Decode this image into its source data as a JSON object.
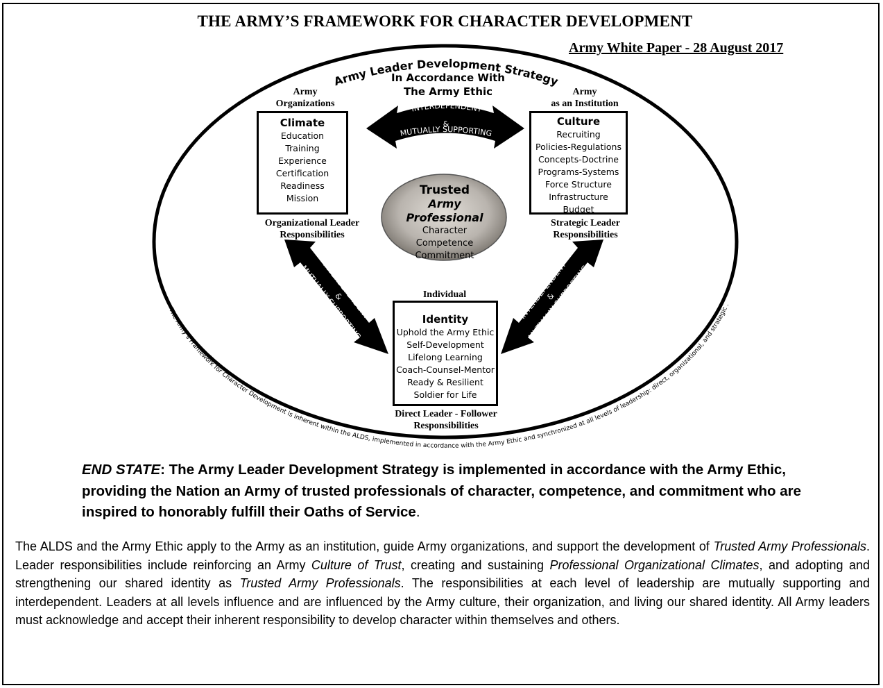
{
  "title": "THE ARMY’S FRAMEWORK FOR CHARACTER DEVELOPMENT",
  "subtitle": "Army White Paper - 28 August 2017",
  "top_arc": {
    "line1": "Army Leader Development Strategy",
    "line2": "In Accordance With",
    "line3": "The Army Ethic"
  },
  "arrow_label": {
    "top": "INTERDEPENDENT",
    "amp": "&",
    "bottom": "MUTUALLY SUPPORTING"
  },
  "left": {
    "header1": "Army",
    "header2": "Organizations",
    "box_title": "Climate",
    "items": [
      "Education",
      "Training",
      "Experience",
      "Certification",
      "Readiness",
      "Mission"
    ],
    "footer1": "Organizational Leader",
    "footer2": "Responsibilities"
  },
  "right": {
    "header1": "Army",
    "header2": "as an Institution",
    "box_title": "Culture",
    "items": [
      "Recruiting",
      "Policies-Regulations",
      "Concepts-Doctrine",
      "Programs-Systems",
      "Force Structure",
      "Infrastructure",
      "Budget"
    ],
    "footer1": "Strategic Leader",
    "footer2": "Responsibilities"
  },
  "bottom": {
    "header": "Individual",
    "box_title": "Identity",
    "items": [
      "Uphold the Army Ethic",
      "Self-Development",
      "Lifelong Learning",
      "Coach-Counsel-Mentor",
      "Ready & Resilient",
      "Soldier for Life"
    ],
    "footer1": "Direct Leader - Follower",
    "footer2": "Responsibilities"
  },
  "center": {
    "title1": "Trusted",
    "title2": "Army Professional",
    "items": [
      "Character",
      "Competence",
      "Commitment"
    ]
  },
  "ring_text": "The Army’s Framework for Character Development is inherent within the ALDS, implemented in accordance with the Army Ethic and synchronized at all levels of leadership: direct, organizational, and strategic .",
  "end_state": {
    "label": "END STATE",
    "text": ": The Army Leader Development Strategy is implemented in accordance with the Army Ethic, providing the Nation an Army of trusted professionals of character, competence, and commitment who are inspired to honorably fulfill their Oaths of Service",
    "period": "."
  },
  "paragraph": {
    "p1": "The ALDS and the Army Ethic apply to the Army as an institution, guide Army organizations, and support the development of ",
    "i1": "Trusted Army Professionals",
    "p2": ". Leader responsibilities include reinforcing an Army ",
    "i2": "Culture of Trust",
    "p3": ", creating and sustaining ",
    "i3": "Professional Organizational Climates",
    "p4": ", and adopting and strengthening our shared identity as ",
    "i4": "Trusted Army Professionals",
    "p5": ". The responsibilities at each level of leadership are mutually supporting and interdependent. Leaders at all levels influence and are influenced by the Army culture, their organization, and living our shared identity. All Army leaders must acknowledge and accept their inherent responsibility to develop character within themselves and others."
  },
  "colors": {
    "ink": "#000000",
    "center_fill": "#b9b4ae",
    "center_edge": "#5a5650"
  }
}
